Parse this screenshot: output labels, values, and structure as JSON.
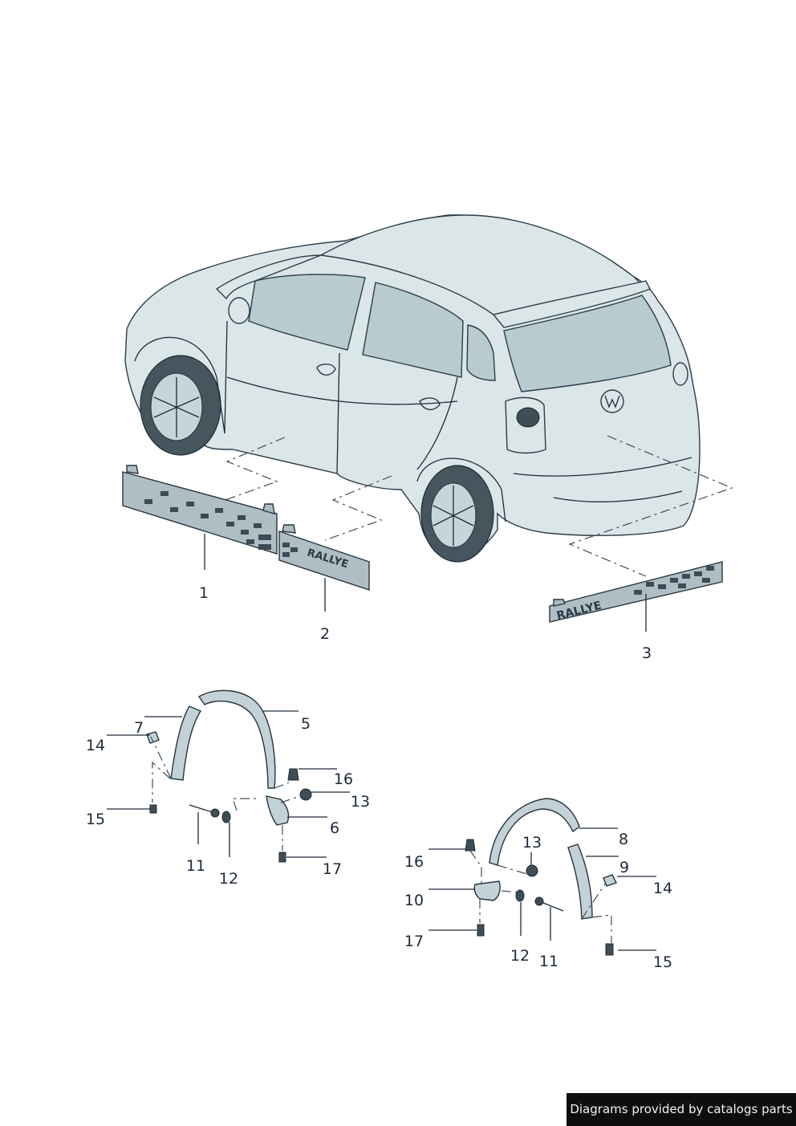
{
  "callouts": {
    "c1": "1",
    "c2": "2",
    "c3": "3",
    "c5": "5",
    "c7": "7",
    "c14a": "14",
    "c15a": "15",
    "c16a": "16",
    "c13a": "13",
    "c6": "6",
    "c11a": "11",
    "c12a": "12",
    "c17a": "17",
    "c8": "8",
    "c13b": "13",
    "c9": "9",
    "c14b": "14",
    "c16b": "16",
    "c10": "10",
    "c17b": "17",
    "c12b": "12",
    "c11b": "11",
    "c15b": "15"
  },
  "strips": {
    "text_left": "RALLYE",
    "text_right": "RALLYE"
  },
  "credit": "Diagrams provided by catalogs parts",
  "colors": {
    "body": "#dbe6e9",
    "glass": "#b7cbd1",
    "outline": "#2c3c48",
    "credit_bg": "#0e0e0e"
  }
}
